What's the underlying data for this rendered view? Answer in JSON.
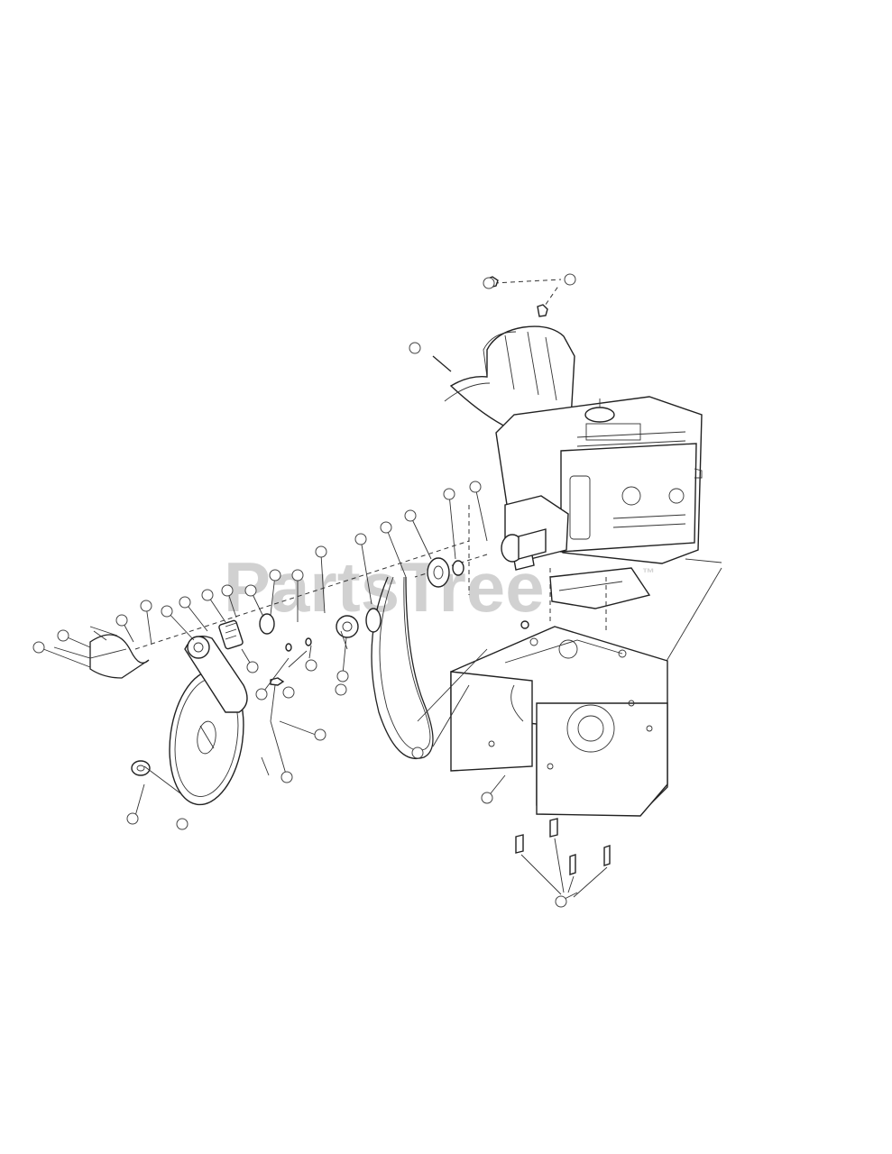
{
  "watermark": {
    "brand": "PartsTree",
    "trademark": "™"
  },
  "note": {
    "line1": "",
    "line2": ""
  },
  "callouts": [
    {
      "id": "c-bolt-top-left",
      "label": ""
    },
    {
      "id": "c-bolt-top-right",
      "label": ""
    },
    {
      "id": "c-shroud",
      "label": ""
    },
    {
      "id": "c-spacer-1",
      "label": ""
    },
    {
      "id": "c-spacer-2",
      "label": ""
    },
    {
      "id": "c-spacer-3",
      "label": ""
    },
    {
      "id": "c-spacer-4",
      "label": ""
    },
    {
      "id": "c-spacer-5",
      "label": ""
    },
    {
      "id": "c-spacer-6",
      "label": ""
    },
    {
      "id": "c-spacer-7",
      "label": ""
    },
    {
      "id": "c-belt-keeper",
      "label": ""
    },
    {
      "id": "c-left-1",
      "label": ""
    },
    {
      "id": "c-left-2",
      "label": ""
    },
    {
      "id": "c-left-3",
      "label": ""
    },
    {
      "id": "c-left-4",
      "label": ""
    },
    {
      "id": "c-left-5",
      "label": ""
    },
    {
      "id": "c-left-6",
      "label": ""
    },
    {
      "id": "c-left-7",
      "label": ""
    },
    {
      "id": "c-left-8",
      "label": ""
    },
    {
      "id": "c-mid-1",
      "label": ""
    },
    {
      "id": "c-mid-2",
      "label": ""
    },
    {
      "id": "c-mid-3",
      "label": ""
    },
    {
      "id": "c-mid-4",
      "label": ""
    },
    {
      "id": "c-mid-5",
      "label": ""
    },
    {
      "id": "c-mid-6",
      "label": ""
    },
    {
      "id": "c-mid-7",
      "label": ""
    },
    {
      "id": "c-pulley-nut",
      "label": ""
    },
    {
      "id": "c-pulley",
      "label": ""
    },
    {
      "id": "c-washer",
      "label": ""
    },
    {
      "id": "c-belt",
      "label": ""
    },
    {
      "id": "c-frame-1",
      "label": ""
    },
    {
      "id": "c-frame-2",
      "label": ""
    },
    {
      "id": "c-frame-bolts",
      "label": ""
    }
  ]
}
